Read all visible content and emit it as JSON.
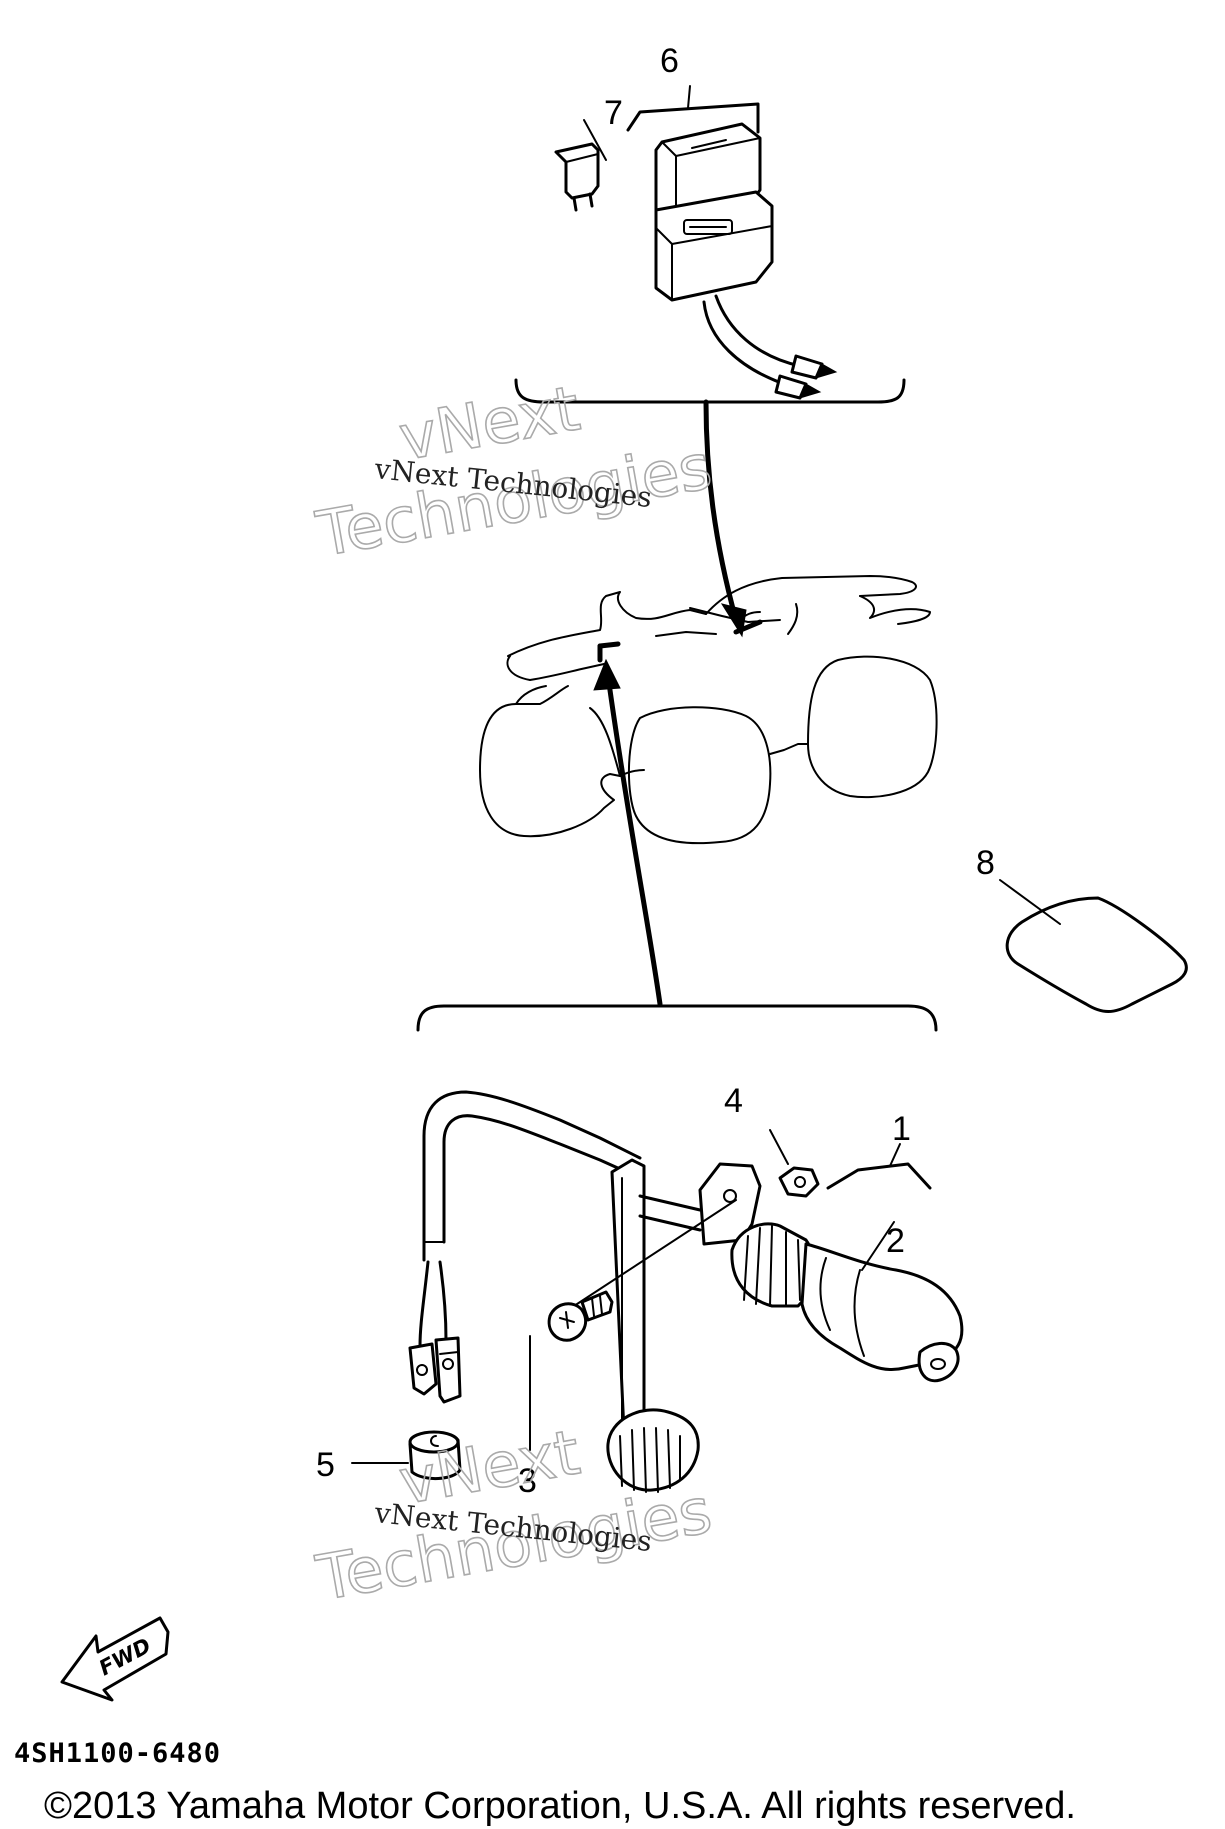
{
  "callouts": {
    "c1": "1",
    "c2": "2",
    "c3": "3",
    "c4": "4",
    "c5": "5",
    "c6": "6",
    "c7": "7",
    "c8": "8"
  },
  "watermarks": [
    {
      "line1": "vNext Technologies",
      "line2": "vNext",
      "line3": "Technologies"
    },
    {
      "line1": "vNext Technologies",
      "line2": "vNext",
      "line3": "Technologies"
    }
  ],
  "fwd_label": "FWD",
  "part_code": "4SH1100-6480",
  "copyright": "©2013 Yamaha Motor Corporation, U.S.A. All rights reserved."
}
